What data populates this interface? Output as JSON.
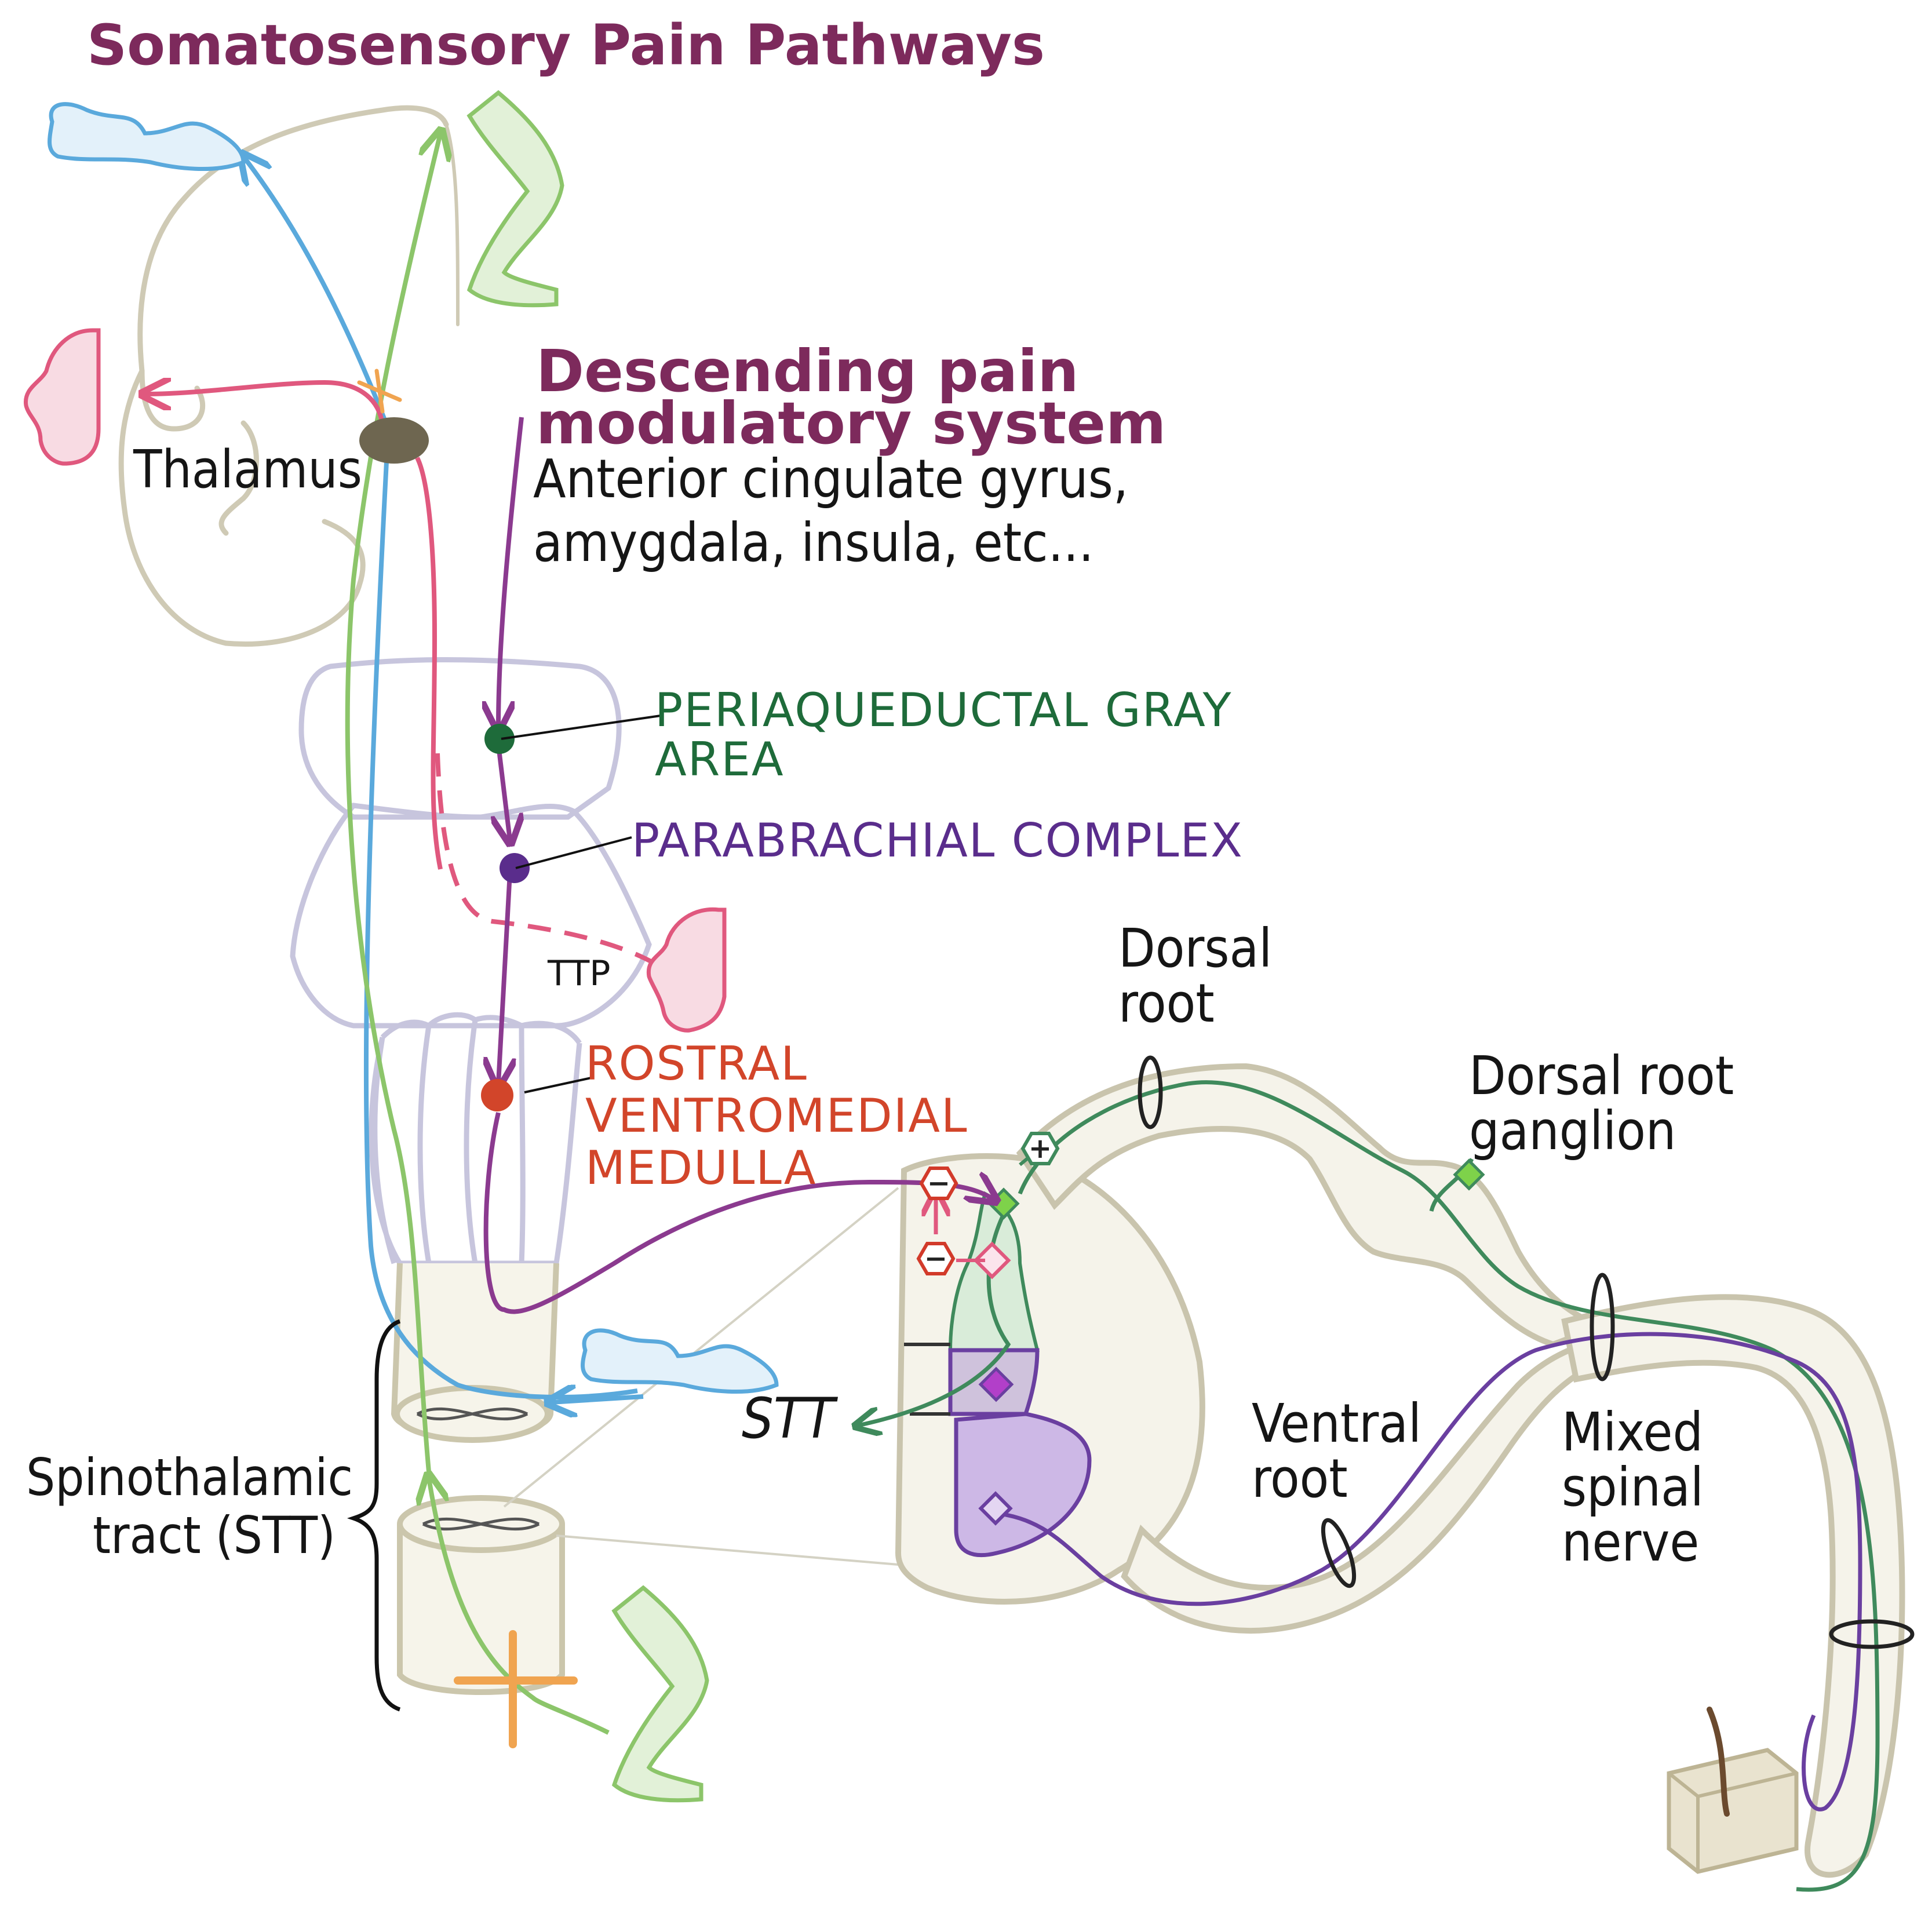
{
  "title": "Somatosensory Pain Pathways",
  "descending": {
    "heading_line1": "Descending pain",
    "heading_line2": "modulatory system",
    "regions_line1": "Anterior cingulate gyrus,",
    "regions_line2": "amygdala, insula, etc..."
  },
  "nuclei": {
    "pag_line1": "PERIAQUEDUCTAL GRAY",
    "pag_line2": "AREA",
    "parabrachial": "PARABRACHIAL COMPLEX",
    "rvm_line1": "ROSTRAL",
    "rvm_line2": "VENTROMEDIAL",
    "rvm_line3": "MEDULLA"
  },
  "labels": {
    "thalamus": "Thalamus",
    "ttp": "TTP",
    "stt": "STT",
    "stt_full_line1": "Spinothalamic",
    "stt_full_line2": "tract (STT)",
    "dorsal_root_line1": "Dorsal",
    "dorsal_root_line2": "root",
    "drg_line1": "Dorsal root",
    "drg_line2": "ganglion",
    "ventral_root_line1": "Ventral",
    "ventral_root_line2": "root",
    "mixed_line1": "Mixed",
    "mixed_line2": "spinal",
    "mixed_line3": "nerve"
  },
  "symbols": {
    "plus": "+",
    "minus": "−"
  },
  "colors": {
    "title": "#7d2a5c",
    "descending_path": "#8b3a8f",
    "pag": "#1e6b3a",
    "parabrachial": "#5a2d8c",
    "rvm": "#d2452a",
    "blue_path": "#5aa9dc",
    "green_path": "#8cc56a",
    "pink_path": "#e0587e",
    "cord_green": "#3f8a5c",
    "cord_purple": "#6a3fa0",
    "outline": "#c9c4ad"
  }
}
